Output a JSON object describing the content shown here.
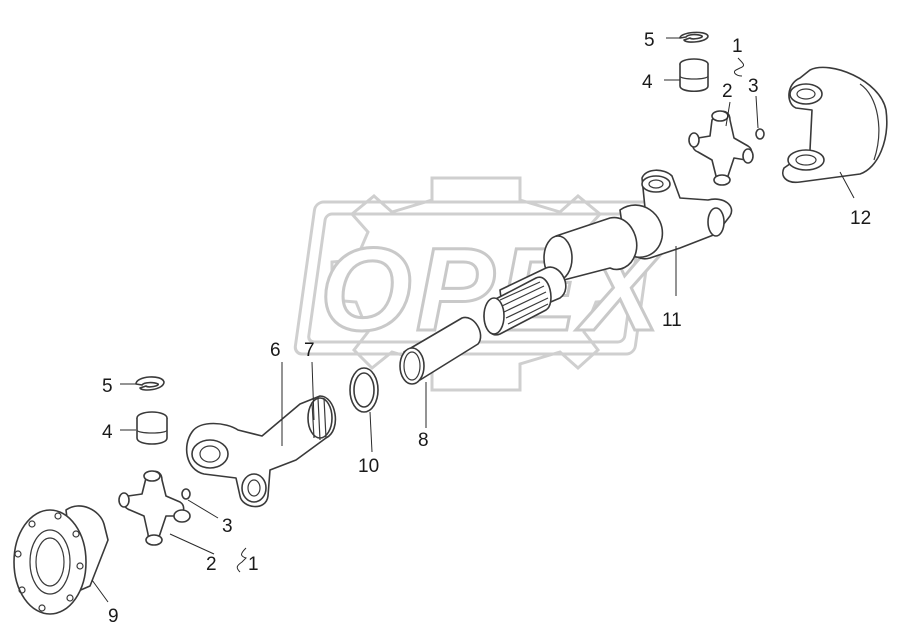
{
  "watermark": {
    "text": "OPEX"
  },
  "callouts": [
    {
      "id": "c5-top",
      "label": "5"
    },
    {
      "id": "c1-top",
      "label": "1"
    },
    {
      "id": "c4-top",
      "label": "4"
    },
    {
      "id": "c2-top",
      "label": "2"
    },
    {
      "id": "c3-top",
      "label": "3"
    },
    {
      "id": "c12",
      "label": "12"
    },
    {
      "id": "c11",
      "label": "11"
    },
    {
      "id": "c6",
      "label": "6"
    },
    {
      "id": "c7",
      "label": "7"
    },
    {
      "id": "c5-bot",
      "label": "5"
    },
    {
      "id": "c4-bot",
      "label": "4"
    },
    {
      "id": "c10",
      "label": "10"
    },
    {
      "id": "c8",
      "label": "8"
    },
    {
      "id": "c3-bot",
      "label": "3"
    },
    {
      "id": "c2-bot",
      "label": "2"
    },
    {
      "id": "c1-bot",
      "label": "1"
    },
    {
      "id": "c9",
      "label": "9"
    }
  ]
}
